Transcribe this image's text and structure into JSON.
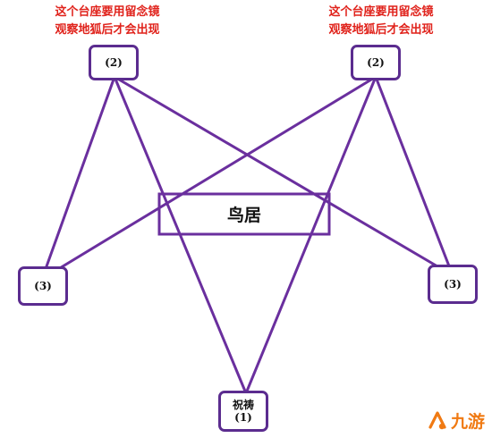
{
  "notes": {
    "left": [
      "这个台座要用留念镜",
      "观察地狐后才会出现"
    ],
    "right": [
      "这个台座要用留念镜",
      "观察地狐后才会出现"
    ]
  },
  "nodes": {
    "top_left": "(2)",
    "top_right": "(2)",
    "mid_left": "(3)",
    "mid_right": "(3)",
    "bottom_line1": "祝祷",
    "bottom_line2": "(1)"
  },
  "torii": "鸟居",
  "logo": {
    "text": "九游"
  },
  "colors": {
    "line": "#5b2c8f",
    "note": "#e0221b",
    "logo": "#f07a13"
  }
}
